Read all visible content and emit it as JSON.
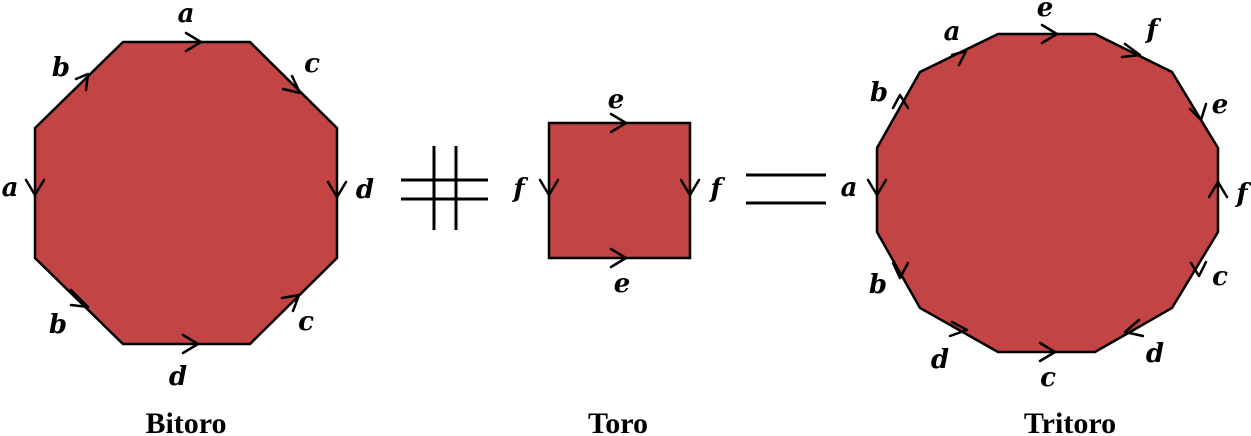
{
  "figure": {
    "colors": {
      "fill": "#c24444",
      "stroke": "#000000"
    },
    "operators": {
      "connected_sum": "#",
      "equals": "="
    },
    "shapes": [
      {
        "id": "bitoro",
        "caption": "Bitoro",
        "edges": [
          "a",
          "c",
          "d",
          "c",
          "d",
          "b",
          "a",
          "b"
        ]
      },
      {
        "id": "toro",
        "caption": "Toro",
        "edges": [
          "e",
          "f",
          "e",
          "f"
        ]
      },
      {
        "id": "tritoro",
        "caption": "Tritoro",
        "edges": [
          "e",
          "f",
          "e",
          "f",
          "c",
          "d",
          "c",
          "d",
          "b",
          "a",
          "b",
          "a"
        ]
      }
    ]
  }
}
